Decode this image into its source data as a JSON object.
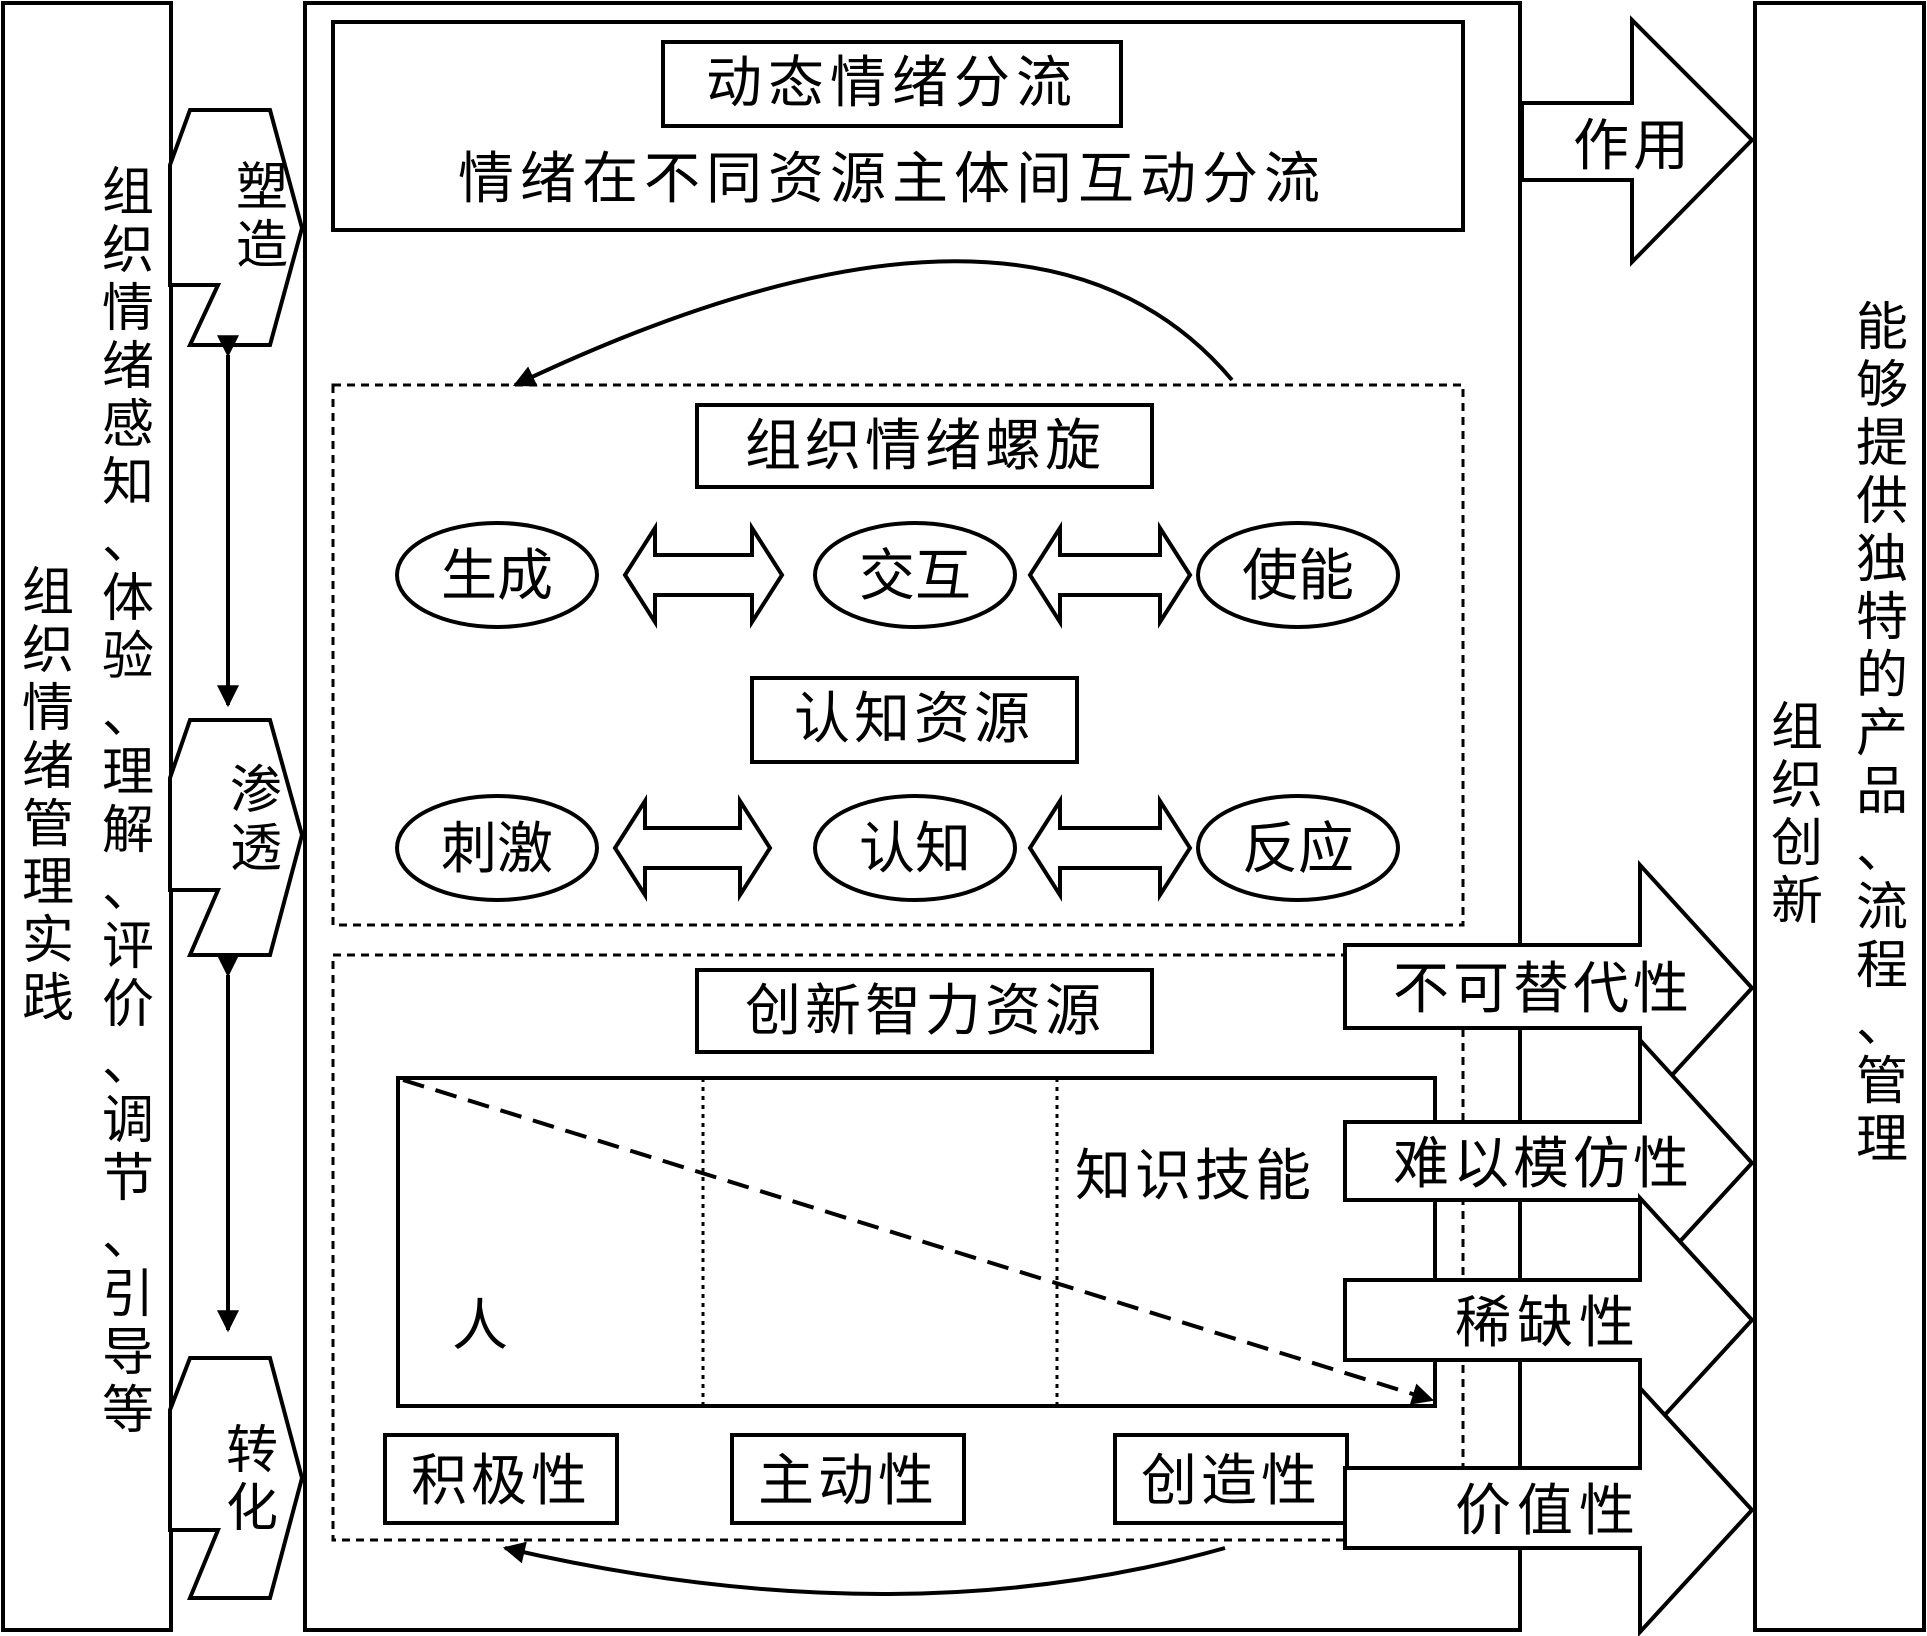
{
  "left_outer": {
    "label": "组织情绪管理实践"
  },
  "left_inner": {
    "label": "组织情绪感知、体验、理解、评价、调节、引导等"
  },
  "left_arrows": [
    {
      "label": "塑造"
    },
    {
      "label": "渗透"
    },
    {
      "label": "转化"
    }
  ],
  "top_box": {
    "title": "动态情绪分流",
    "subtitle": "情绪在不同资源主体间互动分流"
  },
  "spiral_box": {
    "title": "组织情绪螺旋",
    "row1": [
      "生成",
      "交互",
      "使能"
    ],
    "sub_title": "认知资源",
    "row2": [
      "刺激",
      "认知",
      "反应"
    ]
  },
  "innovation_box": {
    "title": "创新智力资源",
    "knowledge_label": "知识技能",
    "person_label": "人",
    "traits": [
      "积极性",
      "主动性",
      "创造性"
    ]
  },
  "right_top_arrow": {
    "label": "作用"
  },
  "right_arrows": [
    {
      "label": "不可替代性"
    },
    {
      "label": "难以模仿性"
    },
    {
      "label": "稀缺性"
    },
    {
      "label": "价值性"
    }
  ],
  "right_outer": {
    "col1": "组织创新",
    "col2": "能够提供独特的产品、流程、管理"
  }
}
